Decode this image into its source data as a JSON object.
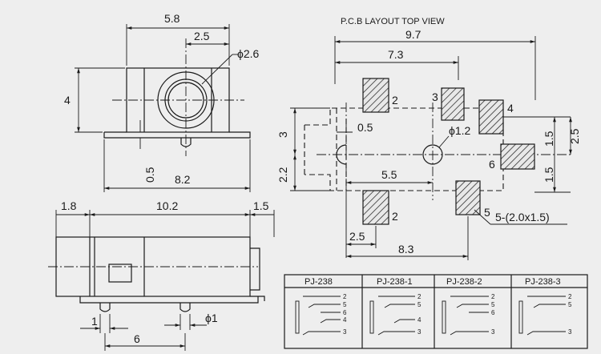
{
  "side_view": {
    "dim_width": "5.8",
    "dim_offset": "2.5",
    "dim_hole": "ϕ2.6",
    "dim_height": "4",
    "dim_foot": "0.5",
    "dim_total": "8.2"
  },
  "front_view": {
    "dim_left": "1.8",
    "dim_length": "10.2",
    "dim_right": "1.5",
    "dim_pin": "1",
    "dim_pin_dia": "ϕ1",
    "dim_pitch": "6"
  },
  "pcb_layout": {
    "title": "P.C.B LAYOUT  TOP VIEW",
    "dim_total": "9.7",
    "dim_mid": "7.3",
    "dim_3": "3",
    "dim_0_5": "0.5",
    "dim_hole": "ϕ1.2",
    "dim_2_2": "2.2",
    "dim_5_5": "5.5",
    "dim_2_5_right": "2.5",
    "dim_1_5_top": "1.5",
    "dim_1_5_bottom": "1.5",
    "dim_2_5_bottom": "2.5",
    "dim_8_3": "8.3",
    "pad_spec": "5-(2.0x1.5)",
    "pin_labels": [
      "2",
      "3",
      "4",
      "6",
      "2",
      "5"
    ]
  },
  "schematics": {
    "models": [
      "PJ-238",
      "PJ-238-1",
      "PJ-238-2",
      "PJ-238-3"
    ],
    "pins": [
      [
        "2",
        "5",
        "6",
        "4",
        "3"
      ],
      [
        "2",
        "5",
        "4",
        "3"
      ],
      [
        "2",
        "5",
        "6",
        "3"
      ],
      [
        "2",
        "5",
        "3"
      ]
    ]
  }
}
